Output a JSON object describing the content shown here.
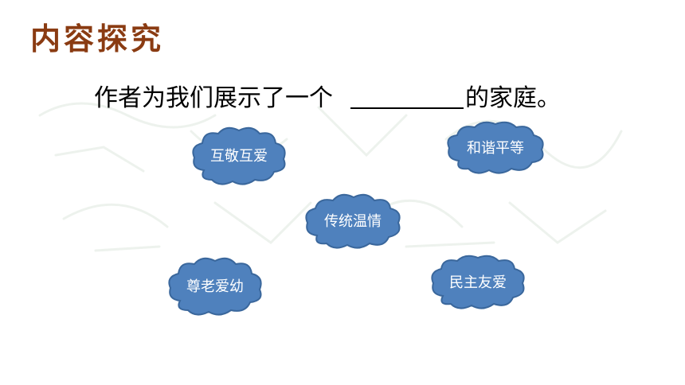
{
  "slide": {
    "title": "内容探究",
    "question_before": "作者为我们展示了一个",
    "question_after": "的家庭。"
  },
  "clouds": [
    {
      "label": "互敬互爱"
    },
    {
      "label": "和谐平等"
    },
    {
      "label": "传统温情"
    },
    {
      "label": "尊老爱幼"
    },
    {
      "label": "民主友爱"
    }
  ],
  "colors": {
    "title": "#8a3b12",
    "cloud_fill": "#4f81bd",
    "cloud_stroke": "#3a679c",
    "cloud_text": "#ffffff"
  }
}
